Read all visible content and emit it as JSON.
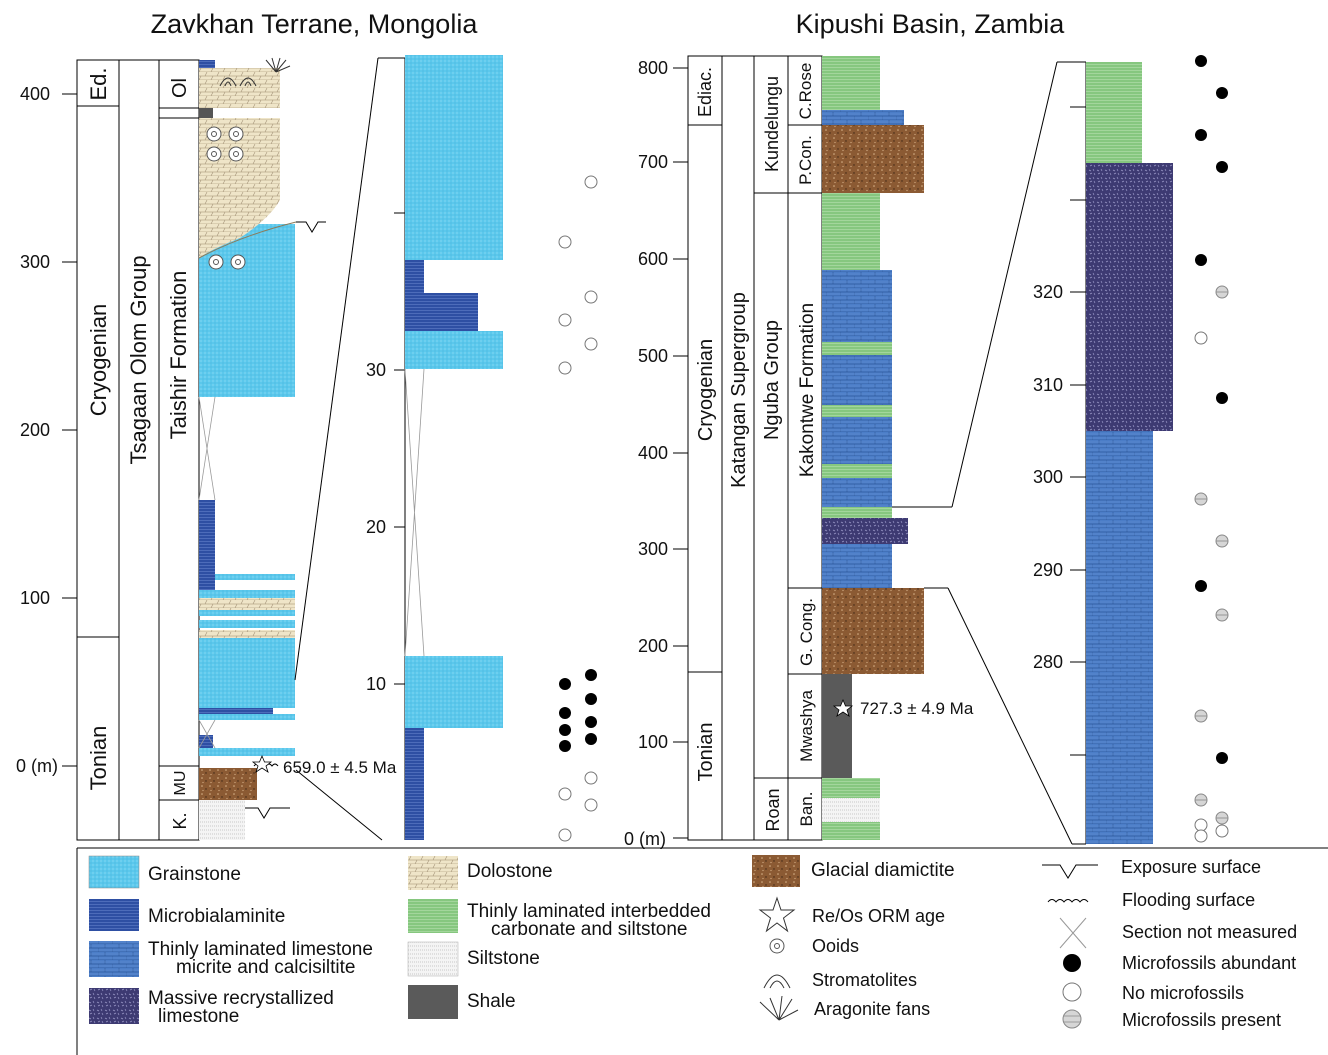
{
  "titles": {
    "left": "Zavkhan Terrane, Mongolia",
    "right": "Kipushi Basin, Zambia"
  },
  "left_section": {
    "axis_unit_label": "0 (m)",
    "axis_ticks": [
      "100",
      "200",
      "300",
      "400"
    ],
    "periods": [
      "Ed.",
      "Cryogenian",
      "Tonian"
    ],
    "group": "Tsagaan Olom Group",
    "formations": [
      "Ol",
      "Taishir Formation",
      "MU",
      "K."
    ],
    "age_label": "659.0 ± 4.5 Ma",
    "zoom_ticks": [
      "10",
      "20",
      "30"
    ]
  },
  "right_section": {
    "axis_unit_label": "0 (m)",
    "axis_ticks": [
      "100",
      "200",
      "300",
      "400",
      "500",
      "600",
      "700",
      "800"
    ],
    "periods": [
      "Ediac.",
      "Cryogenian",
      "Tonian"
    ],
    "supergroup": "Katangan Supergroup",
    "groups": [
      "Kundelungu",
      "Nguba Group",
      "Roan"
    ],
    "formations": [
      "C.Rose",
      "P.Con.",
      "Kakontwe Formation",
      "G. Cong.",
      "Mwashya",
      "Ban."
    ],
    "age_label": "727.3 ± 4.9 Ma",
    "zoom_ticks": [
      "280",
      "290",
      "300",
      "310",
      "320"
    ]
  },
  "legend": {
    "grainstone": "Grainstone",
    "microbialaminite": "Microbialaminite",
    "thin_limestone_1": "Thinly laminated limestone",
    "thin_limestone_2": "micrite and calcisiltite",
    "massive_1": "Massive recrystallized",
    "massive_2": "limestone",
    "dolostone": "Dolostone",
    "thin_carb_1": "Thinly laminated interbedded",
    "thin_carb_2": "carbonate and siltstone",
    "siltstone": "Siltstone",
    "shale": "Shale",
    "diamictite": "Glacial diamictite",
    "reos": "Re/Os ORM age",
    "ooids": "Ooids",
    "stromatolites": "Stromatolites",
    "aragonite": "Aragonite fans",
    "exposure": "Exposure surface",
    "flooding": "Flooding surface",
    "not_measured": "Section not measured",
    "abundant": "Microfossils abundant",
    "none": "No microfossils",
    "present": "Microfossils present"
  },
  "colors": {
    "grainstone": "#5bc8ec",
    "microbialaminite": "#2e4fa3",
    "thin_limestone": "#4b7dc7",
    "massive_limestone": "#3d3a72",
    "dolostone": "#efe5c8",
    "thin_carbonate_siltstone": "#86c77f",
    "siltstone": "#f2f2f2",
    "shale": "#5a5a5a",
    "diamictite": "#8b5a33"
  }
}
